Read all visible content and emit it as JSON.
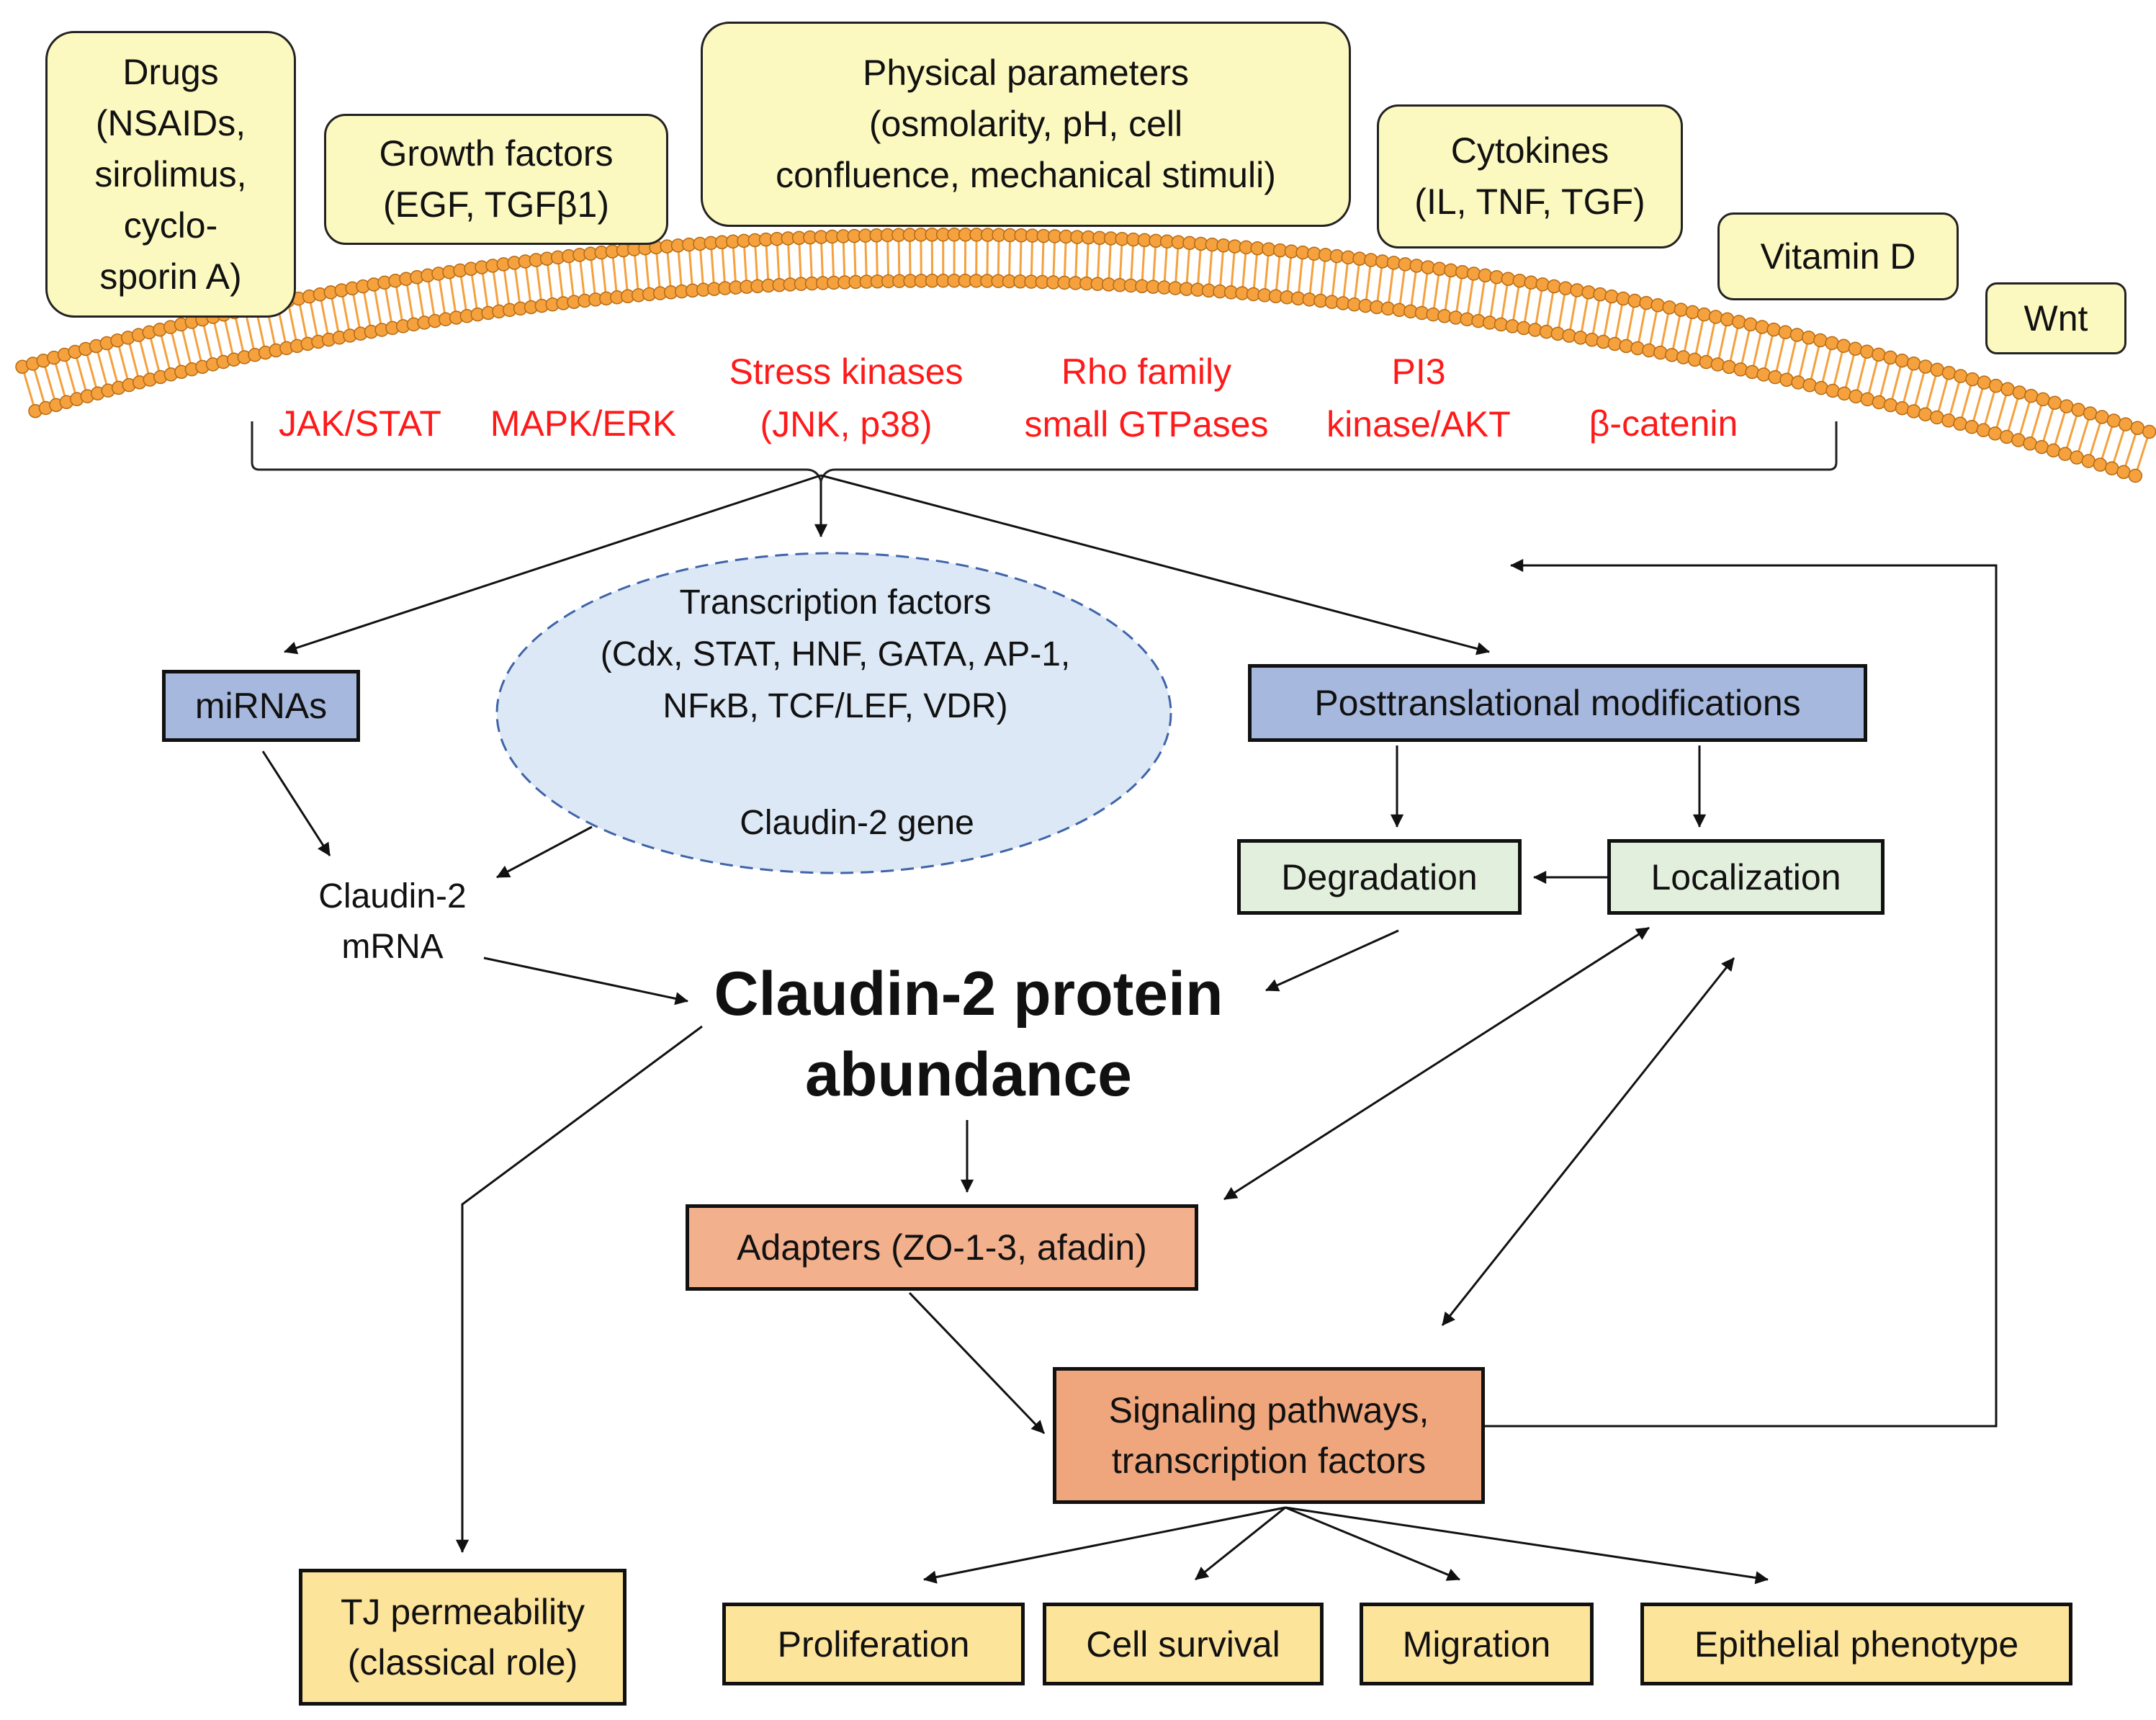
{
  "stimuli": {
    "drugs": [
      "Drugs",
      "(NSAIDs,",
      "sirolimus,",
      "cyclo-",
      "sporin A)"
    ],
    "growth": [
      "Growth  factors",
      "(EGF, TGFβ1)"
    ],
    "physical": [
      "Physical parameters",
      "(osmolarity, pH, cell",
      "confluence, mechanical stimuli)"
    ],
    "cytokines": [
      "Cytokines",
      "(IL, TNF, TGF)"
    ],
    "vitamin_d": "Vitamin D",
    "wnt": "Wnt"
  },
  "pathways": {
    "jak": "JAK/STAT",
    "mapk": "MAPK/ERK",
    "stress": [
      "Stress kinases",
      "(JNK, p38)"
    ],
    "rho": [
      "Rho family",
      "small GTPases"
    ],
    "pi3": [
      "PI3",
      "kinase/AKT"
    ],
    "bcat": "β-catenin"
  },
  "transcription": {
    "title": "Transcription factors",
    "line2": "(Cdx, STAT, HNF, GATA, AP-1,",
    "line3": "NFκB, TCF/LEF, VDR)",
    "gene": "Claudin-2 gene"
  },
  "mirnas": "miRNAs",
  "mrna": [
    "Claudin-2",
    "mRNA"
  ],
  "protein": [
    "Claudin-2 protein",
    "abundance"
  ],
  "ptm": "Posttranslational modifications",
  "degradation": "Degradation",
  "localization": "Localization",
  "adapters": "Adapters (ZO-1-3, afadin)",
  "signaling": [
    "Signaling pathways,",
    "transcription  factors"
  ],
  "tj": [
    "TJ permeability",
    "(classical role)"
  ],
  "outputs": [
    "Proliferation",
    "Cell survival",
    "Migration",
    "Epithelial phenotype"
  ],
  "colors": {
    "stimulus_fill": "#fcf9c0",
    "pathway_text": "#ff1a1a",
    "membrane": "#f4a13e",
    "tf_ellipse": "#dce8f6",
    "blue_box": "#a6b8dd",
    "green_box": "#e3efdd",
    "orange_box": "#f2b08c",
    "gold_box": "#fde49b"
  }
}
